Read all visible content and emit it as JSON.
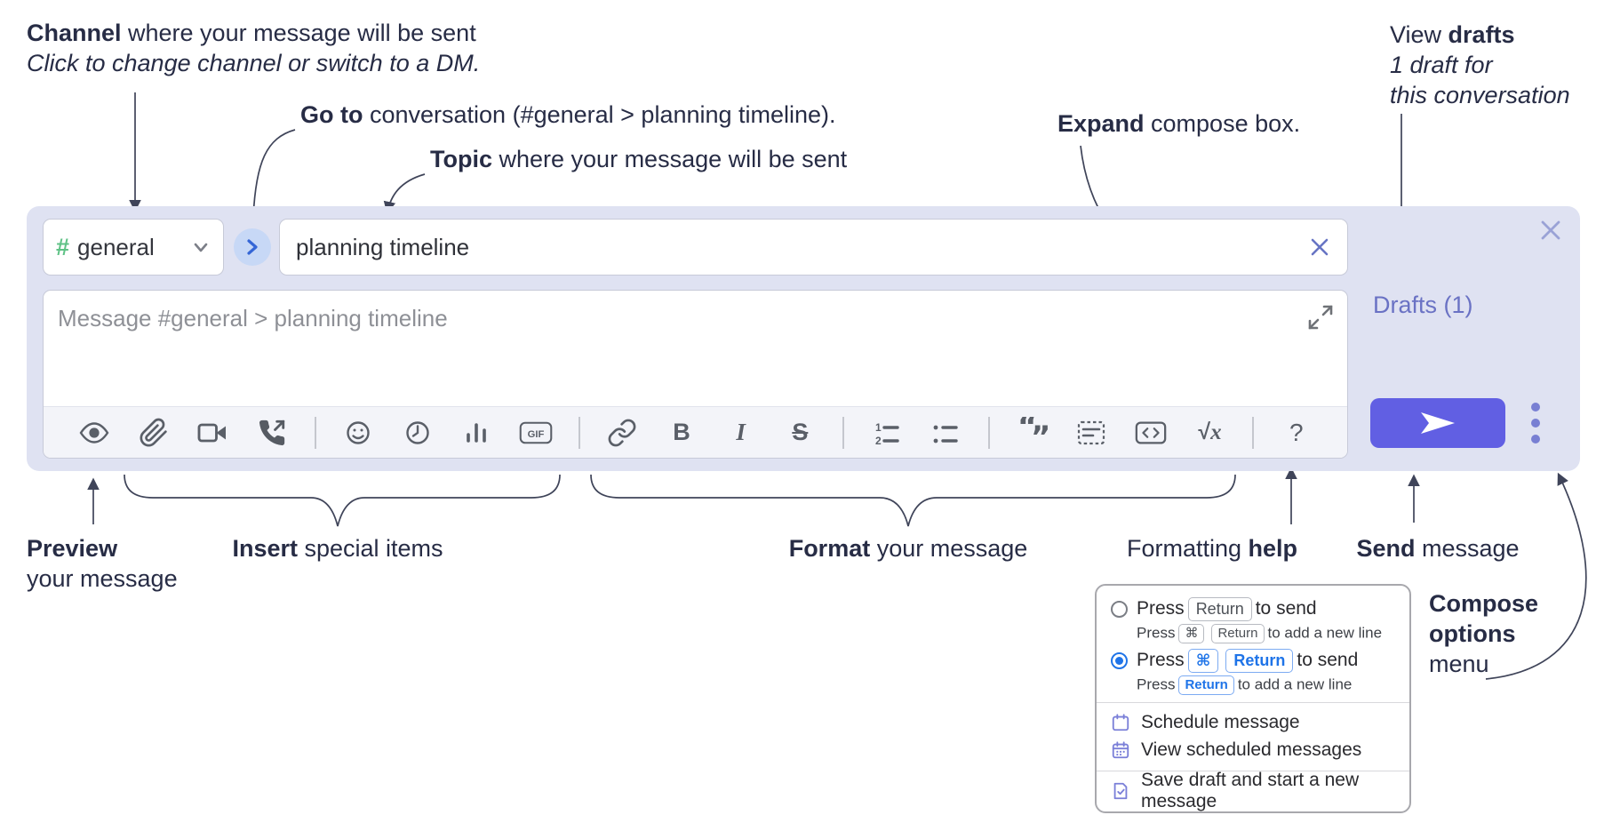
{
  "colors": {
    "accent_purple": "#615fe3",
    "compose_background": "#dfe2f2",
    "channel_hash_green": "#5fc286",
    "link_purple": "#6a72c4",
    "key_blue": "#1f74e8"
  },
  "annotations": {
    "channel_line1_bold": "Channel",
    "channel_line1_rest": " where your message will be sent",
    "channel_line2": "Click to change channel or switch to a DM.",
    "goto_bold": "Go to",
    "goto_rest": " conversation (#general > planning timeline).",
    "topic_bold": "Topic",
    "topic_rest": " where your message will be sent",
    "expand_bold": "Expand",
    "expand_rest": " compose box.",
    "drafts_line1_regular": "View ",
    "drafts_line1_bold": "drafts",
    "drafts_line2": "1 draft for",
    "drafts_line3": "this conversation",
    "preview_bold": "Preview",
    "preview_line2": "your message",
    "insert_bold": "Insert",
    "insert_rest": " special items",
    "format_bold": "Format",
    "format_rest": " your message",
    "help_regular": "Formatting ",
    "help_bold": "help",
    "send_bold": "Send",
    "send_rest": " message",
    "compose_options_line1": "Compose",
    "compose_options_line2": "options",
    "compose_options_line3": "menu"
  },
  "compose": {
    "channel_hash": "#",
    "channel_name": "general",
    "topic_value": "planning timeline",
    "message_placeholder": "Message #general > planning timeline",
    "drafts_link": "Drafts (1)",
    "toolbar_labels": {
      "gif": "GIF",
      "bold": "B",
      "italic": "I",
      "strike": "S",
      "ol_1": "1",
      "ol_2": "2",
      "quote_open": "“",
      "quote_close": "”",
      "math_root": "√",
      "math_x": "x",
      "help": "?"
    },
    "toolbar_icons": [
      "preview-eye",
      "attach-paperclip",
      "video-call",
      "voice-call",
      "emoji-smiley",
      "schedule-clock",
      "poll-bar-chart",
      "gif",
      "link",
      "bold",
      "italic",
      "strikethrough",
      "numbered-list",
      "bulleted-list",
      "quote",
      "spoiler",
      "code",
      "math",
      "help"
    ]
  },
  "options_menu": {
    "send_options": [
      {
        "selected": false,
        "pre": "Press",
        "keys": [
          "Return"
        ],
        "post": "to send",
        "sub_pre": "Press",
        "sub_keys": [
          "⌘",
          "Return"
        ],
        "sub_post": "to add a new line"
      },
      {
        "selected": true,
        "pre": "Press",
        "keys": [
          "⌘",
          "Return"
        ],
        "post": "to send",
        "sub_pre": "Press",
        "sub_keys": [
          "Return"
        ],
        "sub_post": "to add a new line"
      }
    ],
    "items": [
      "Schedule message",
      "View scheduled messages",
      "Save draft and start a new message"
    ]
  }
}
